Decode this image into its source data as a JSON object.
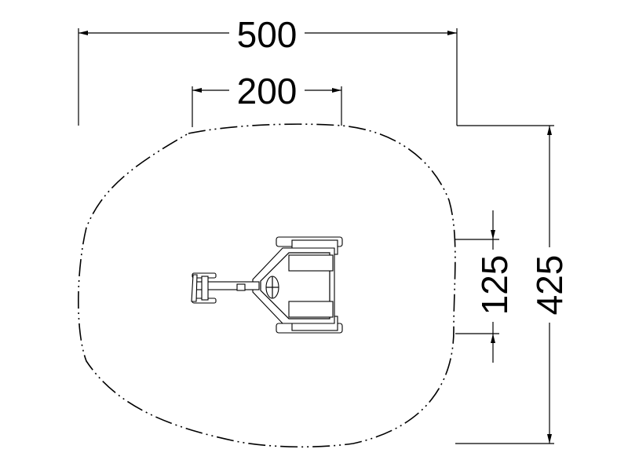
{
  "drawing": {
    "dimensions": {
      "overall_width": "500",
      "top_width": "200",
      "overall_depth": "425",
      "equipment_width": "125"
    },
    "colors": {
      "line": "#000000",
      "background": "#ffffff"
    }
  }
}
